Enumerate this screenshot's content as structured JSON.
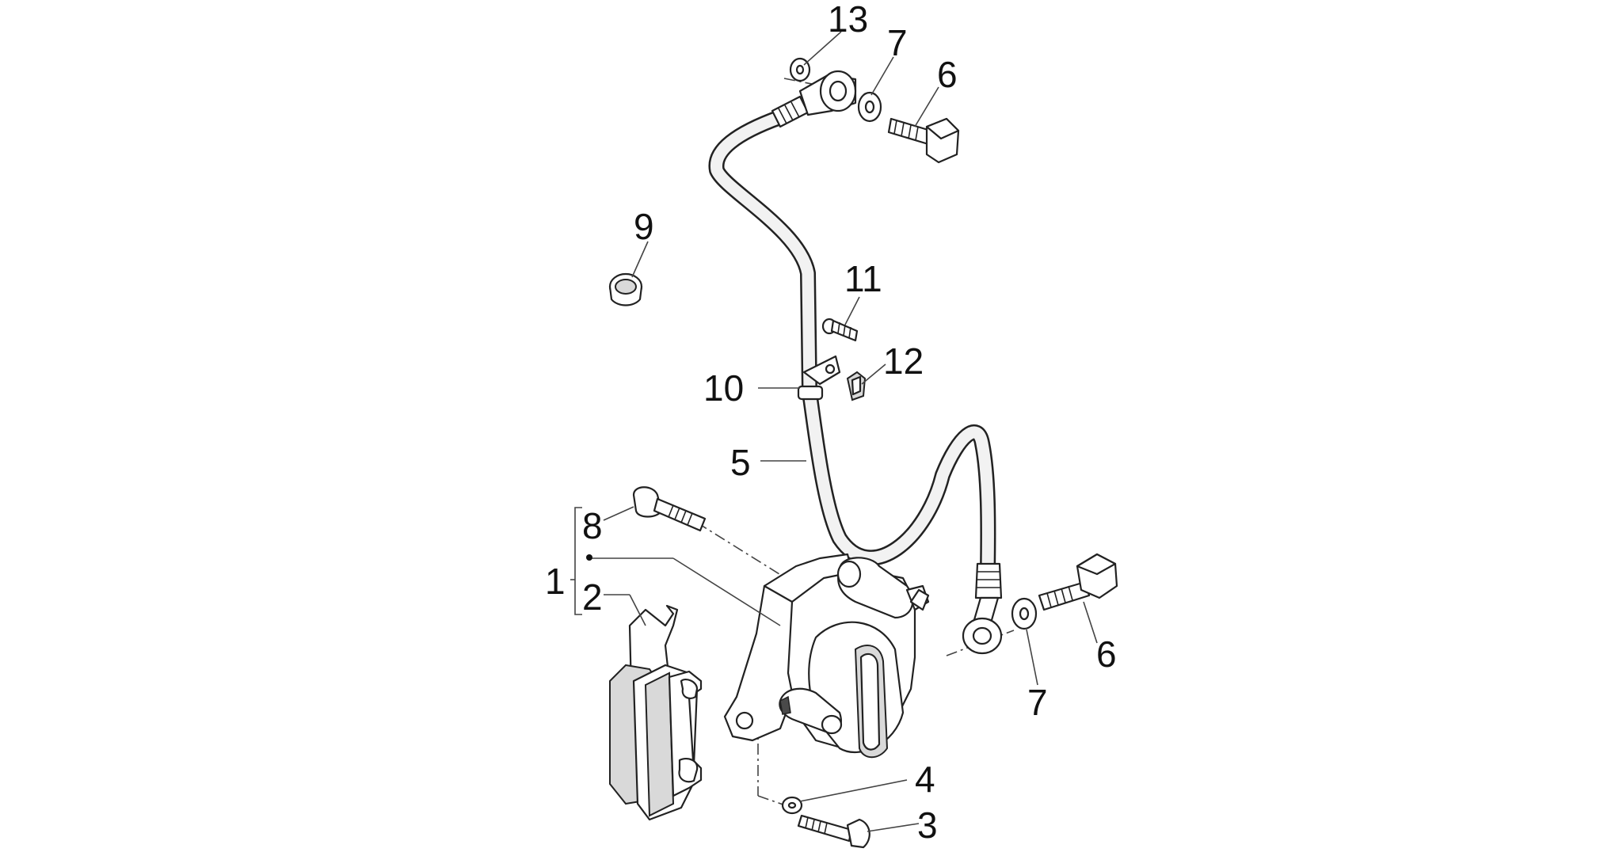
{
  "diagram": {
    "callouts": [
      {
        "id": "13",
        "text": "13"
      },
      {
        "id": "7-top",
        "text": "7"
      },
      {
        "id": "6-top",
        "text": "6"
      },
      {
        "id": "9",
        "text": "9"
      },
      {
        "id": "11",
        "text": "11"
      },
      {
        "id": "12",
        "text": "12"
      },
      {
        "id": "10",
        "text": "10"
      },
      {
        "id": "5",
        "text": "5"
      },
      {
        "id": "8",
        "text": "8"
      },
      {
        "id": "1",
        "text": "1"
      },
      {
        "id": "2",
        "text": "2"
      },
      {
        "id": "6-bottom",
        "text": "6"
      },
      {
        "id": "7-bottom",
        "text": "7"
      },
      {
        "id": "4",
        "text": "4"
      },
      {
        "id": "3",
        "text": "3"
      }
    ]
  }
}
